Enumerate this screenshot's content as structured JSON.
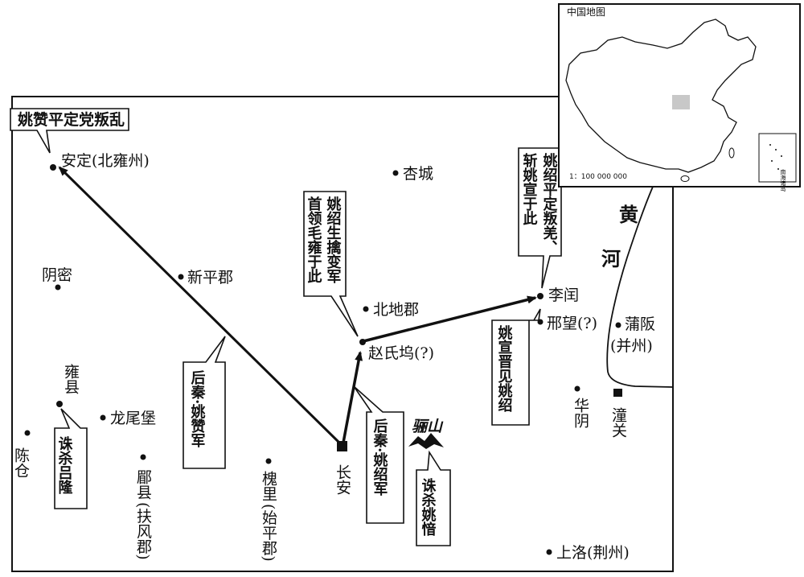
{
  "inset": {
    "title": "中国地图",
    "scale": "1：100 000 000",
    "south_sea_label": "南海诸岛"
  },
  "banner": {
    "text": "姚赞平定党叛乱"
  },
  "rivers": {
    "huanghe": [
      "黄",
      "河"
    ]
  },
  "places": {
    "anding": "安定(北雍州)",
    "xingcheng": "杏城",
    "yinmi": "阴密",
    "xinpingjun": "新平郡",
    "beidijun": "北地郡",
    "zhaoshiwu": "赵氏坞(?)",
    "lirun": "李闰",
    "xingwang": "邢望(?)",
    "puban": "蒲阪",
    "bingzhou": "(并州)",
    "yongxian": "雍县",
    "longweibao": "龙尾堡",
    "chencang": "陈仓",
    "meixian": "郿县",
    "fufengjun": "(扶风郡)",
    "huaili": "槐里",
    "shipingjun": "(始平郡)",
    "changan": "长安",
    "lishan": "骊山",
    "huayin": "华阴",
    "tongguan": "潼关",
    "shangluo": "上洛(荆州)"
  },
  "callouts": {
    "yao_shao_capture": [
      "姚绍生擒变军",
      "首领毛雍于此"
    ],
    "yao_shao_pacify": [
      "姚绍平定叛羌、",
      "斩姚宣于此"
    ],
    "yao_xuan_meet": "姚宣晋见姚绍",
    "execute_lv_long": "诛杀吕隆",
    "execute_yao_qing": "诛杀姚愔",
    "army_yao_zan": "后秦·姚赞军",
    "army_yao_shao": "后秦·姚绍军"
  }
}
